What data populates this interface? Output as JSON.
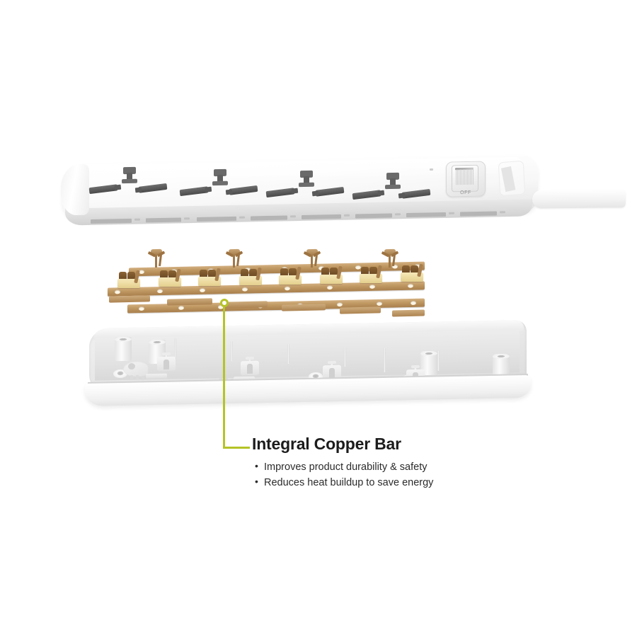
{
  "product": {
    "type": "extension-power-strip",
    "socket_count": 4,
    "socket_style": "universal",
    "body_color": "#f2f2f2",
    "copper_color": "#b89060"
  },
  "top_cover": {
    "switch": {
      "label": "OFF",
      "state": "off",
      "name": "power-switch"
    },
    "indicator_label": "",
    "logo_label": "",
    "cable_label": ""
  },
  "copper_assembly": {
    "bars": [
      {
        "name": "earth-bar",
        "role": "Earth"
      },
      {
        "name": "live-bar",
        "role": "Live"
      },
      {
        "name": "neutral-bar",
        "role": "Neutral"
      }
    ],
    "earth_clip_count": 4,
    "contact_count": 8
  },
  "bottom_housing": {
    "screw_post_count": 4,
    "cable_anchor_count": 2,
    "clip_block_count": 4,
    "rib_count": 6
  },
  "callout": {
    "marker_color": "#b5c326",
    "line_color": "#b5c326",
    "title": "Integral Copper Bar",
    "bullets": [
      "Improves product durability & safety",
      "Reduces heat buildup to save energy"
    ]
  }
}
